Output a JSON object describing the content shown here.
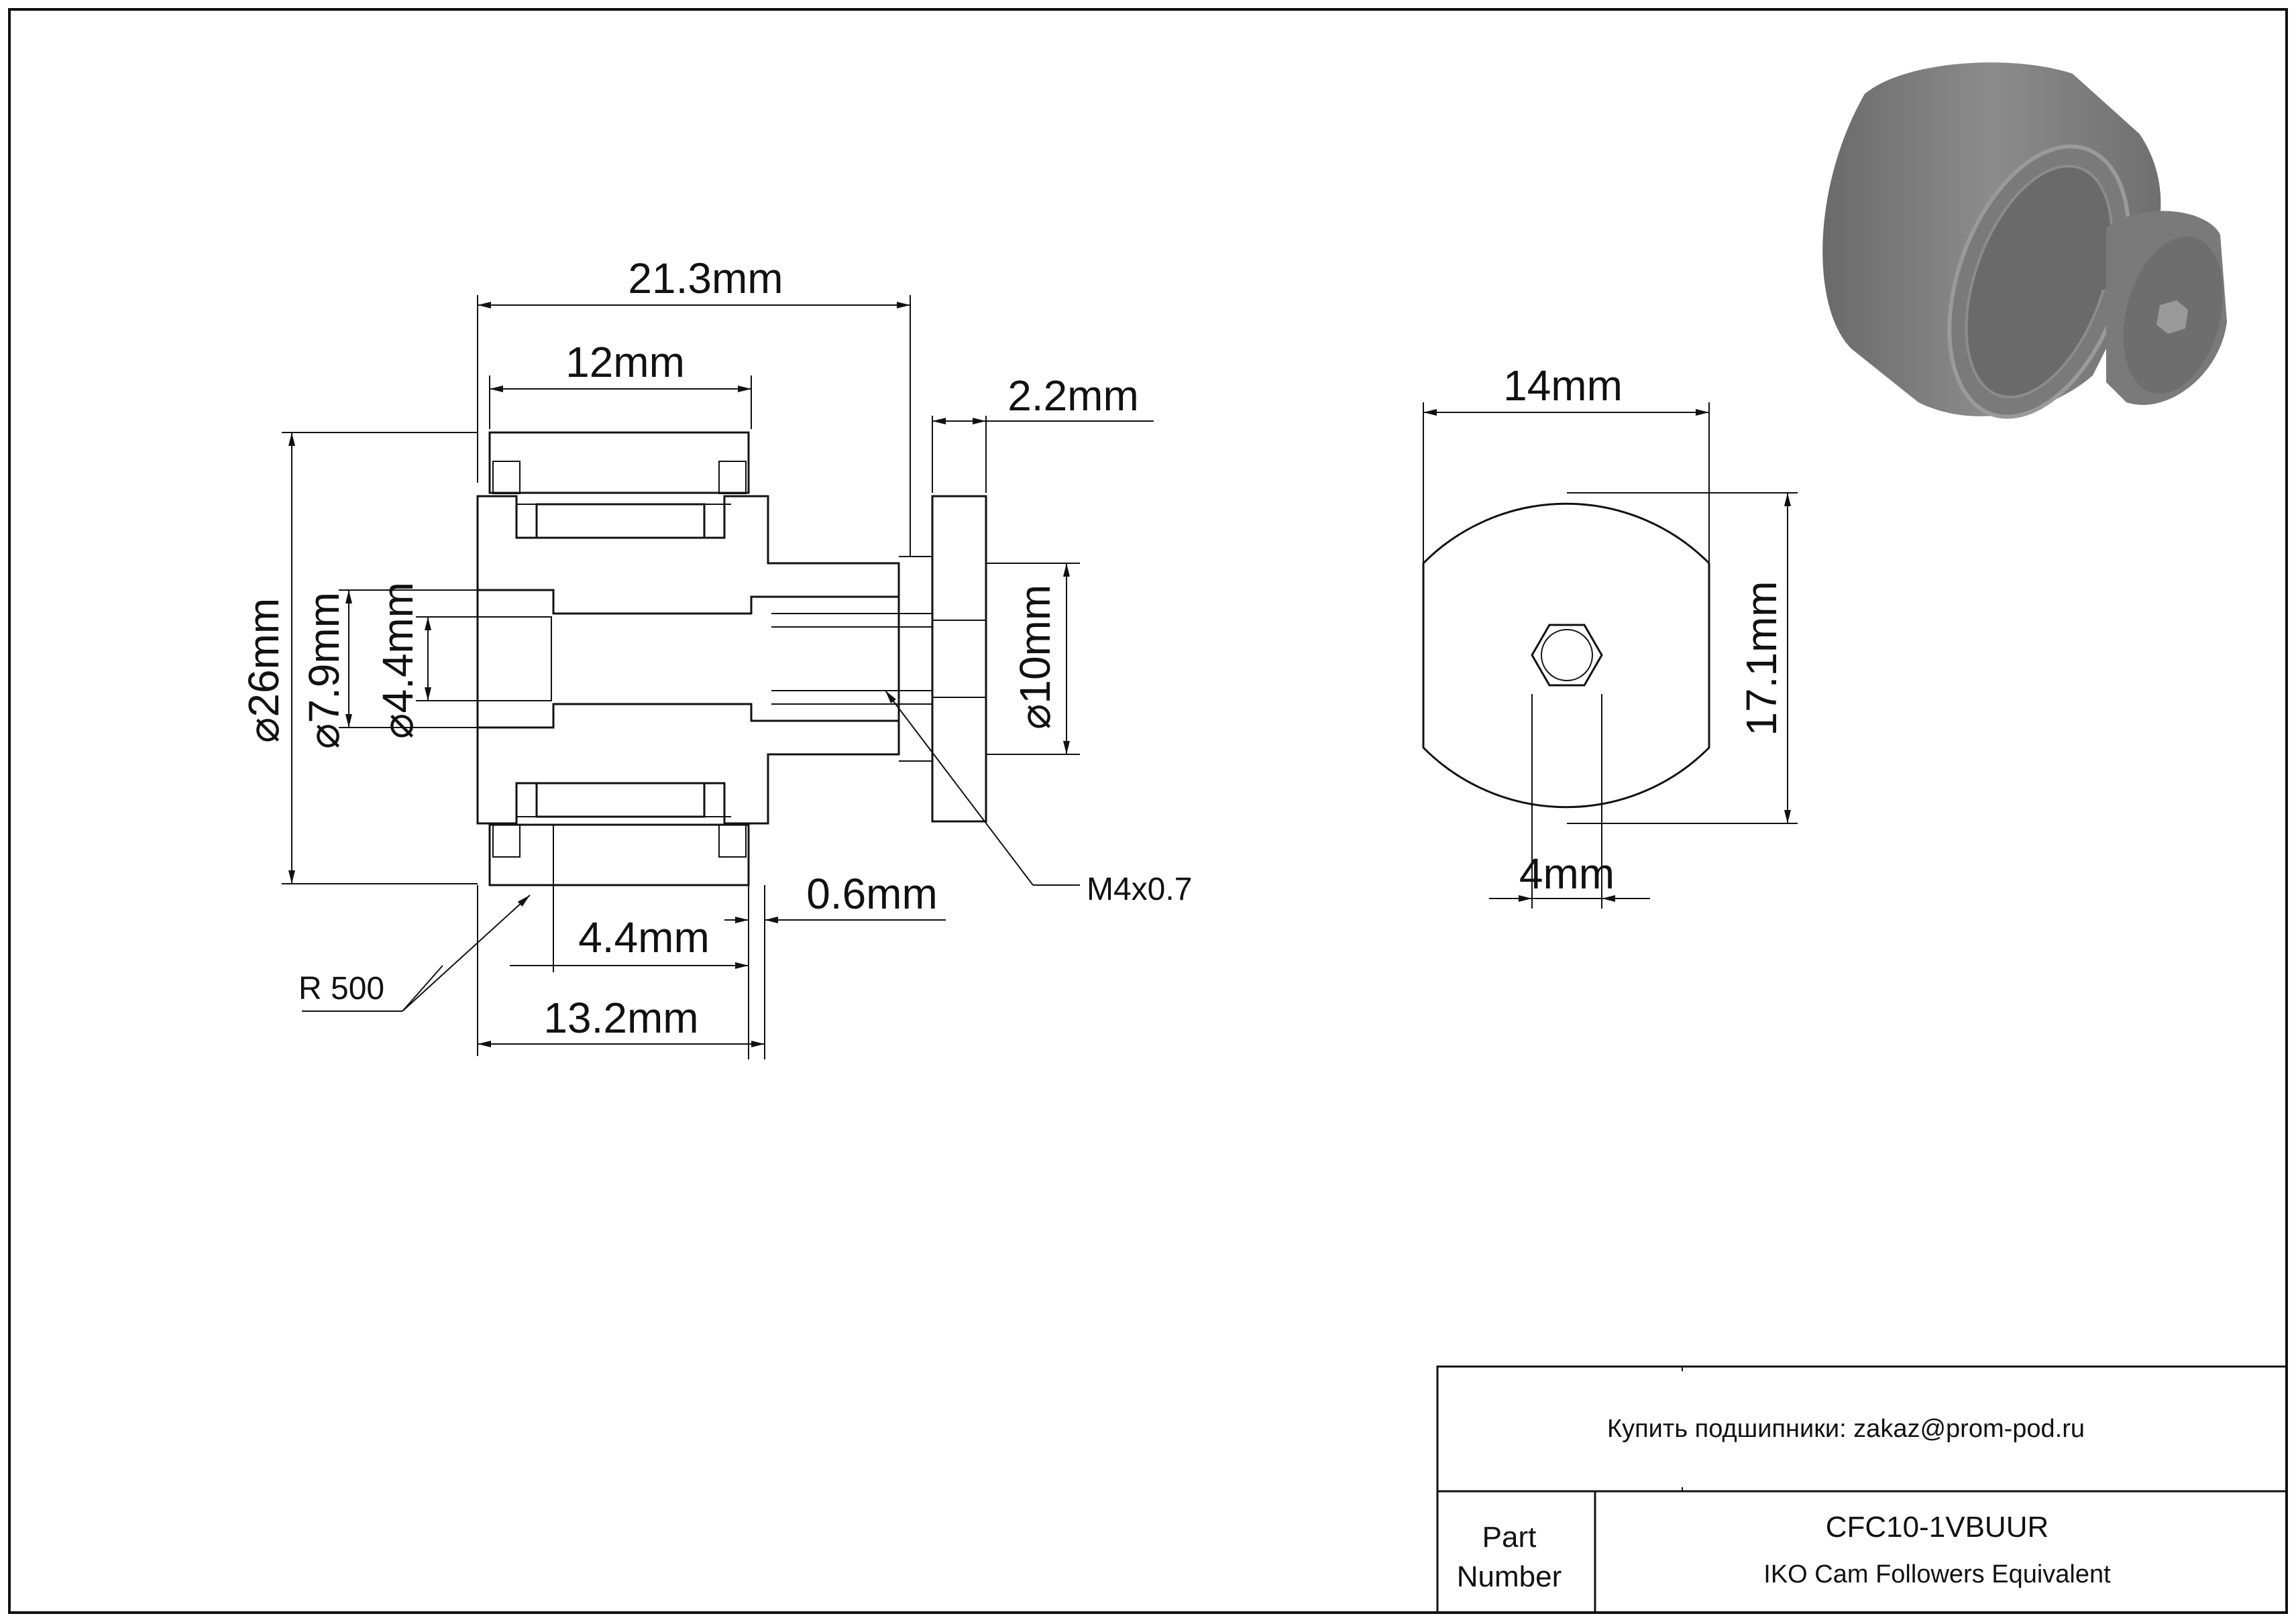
{
  "drawing": {
    "side_view": {
      "overall_length": "21.3mm",
      "outer_ring_width": "12mm",
      "stud_flange_offset": "2.2mm",
      "outer_diameter": "26mm",
      "stud_diameter": "7.9mm",
      "inner_bore_diameter": "4.4mm",
      "flange_diameter": "10mm",
      "thread": "M4x0.7",
      "gap": "0.6mm",
      "bore_depth": "4.4mm",
      "radius": "R 500",
      "head_length": "13.2mm",
      "diameter_symbol": "⌀"
    },
    "end_view": {
      "flat_width": "14mm",
      "height": "17.1mm",
      "hex_size": "4mm"
    }
  },
  "title_block": {
    "shop_text": "Купить подшипники: zakaz@prom-pod.ru",
    "part_label_line1": "Part",
    "part_label_line2": "Number",
    "part_number": "CFC10-1VBUUR",
    "description": "IKO Cam Followers Equivalent"
  },
  "colors": {
    "line": "#111111",
    "render_body": "#7a7a7a",
    "render_light": "#9a9a9a",
    "render_dark": "#5e5e5e"
  }
}
